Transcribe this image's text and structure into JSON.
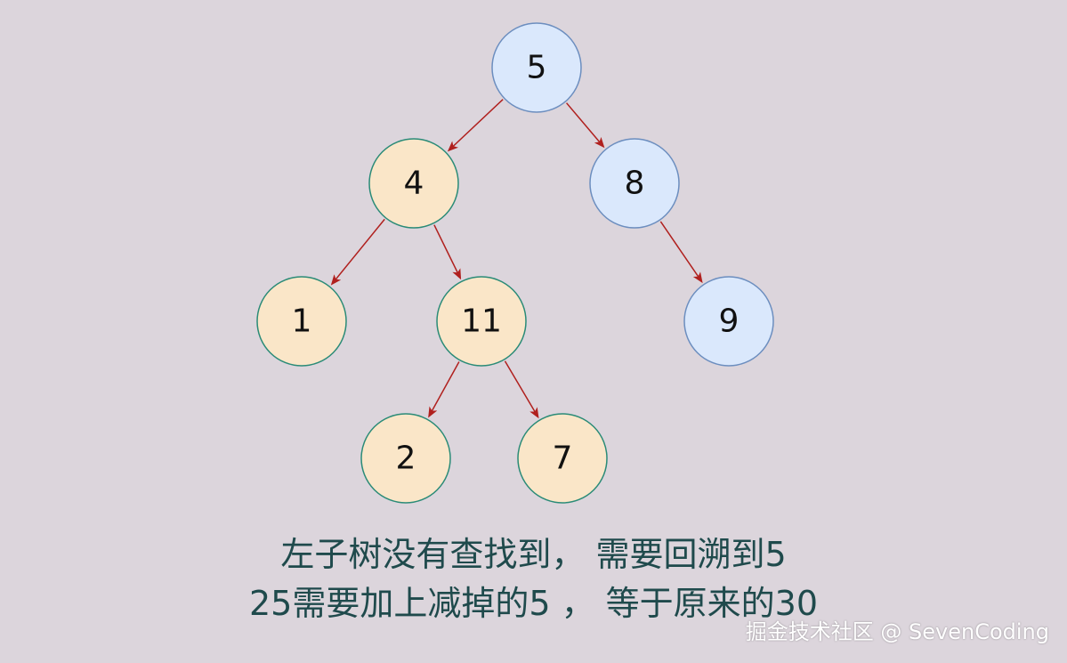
{
  "colors": {
    "background": "#dcd5dc",
    "node_blue_fill": "#dae8fc",
    "node_blue_stroke": "#6c8ebf",
    "node_orange_fill": "#fae6c8",
    "node_orange_stroke": "#2a8b77",
    "edge": "#b0201e",
    "caption": "#1f4a4c"
  },
  "tree": {
    "nodes": [
      {
        "id": "n5",
        "label": "5",
        "style": "blue"
      },
      {
        "id": "n4",
        "label": "4",
        "style": "orange"
      },
      {
        "id": "n8",
        "label": "8",
        "style": "blue"
      },
      {
        "id": "n1",
        "label": "1",
        "style": "orange"
      },
      {
        "id": "n11",
        "label": "11",
        "style": "orange"
      },
      {
        "id": "n9",
        "label": "9",
        "style": "blue"
      },
      {
        "id": "n2",
        "label": "2",
        "style": "orange"
      },
      {
        "id": "n7",
        "label": "7",
        "style": "orange"
      }
    ],
    "edges": [
      {
        "from": "n5",
        "to": "n4"
      },
      {
        "from": "n5",
        "to": "n8"
      },
      {
        "from": "n4",
        "to": "n1"
      },
      {
        "from": "n4",
        "to": "n11"
      },
      {
        "from": "n8",
        "to": "n9"
      },
      {
        "from": "n11",
        "to": "n2"
      },
      {
        "from": "n11",
        "to": "n7"
      }
    ]
  },
  "caption": {
    "line1": "左子树没有查找到， 需要回溯到5",
    "line2": "25需要加上减掉的5 ， 等于原来的30"
  },
  "watermark": "掘金技术社区 @ SevenCoding"
}
